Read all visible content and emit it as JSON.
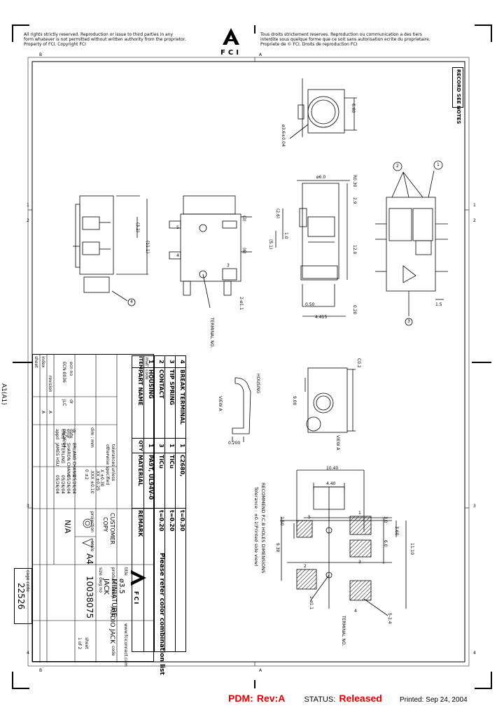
{
  "notice": {
    "left": [
      "All rights strictly reserved. Reproduction or issue to third parties in any",
      "form whatever is not permitted without written authority from the proprietor.",
      "Property of FCI. Copyright FCI"
    ],
    "right": [
      "Tous droits strictement reserves. Reproduction ou communication a des tiers",
      "interdite sous quelque forme que ce soit sans autorisation ecrite du proprietaire.",
      "Propriete de © FCI. Droits de reproduction FCI"
    ]
  },
  "logo": {
    "letters": "FCI"
  },
  "frame": {
    "col_top": [
      "B",
      "A"
    ],
    "col_bottom": [
      "B",
      "A"
    ],
    "row_left": [
      "1",
      "2",
      "3",
      "4"
    ],
    "row_right": [
      "1",
      "2",
      "3",
      "4"
    ],
    "side_label": "A1(A1)"
  },
  "rev_notes": "RECORD SEE NOTES",
  "dims": {
    "phi_top": "ø3.6±0.04",
    "d_6_60": "6.60",
    "phi_60": "ø6.0",
    "r030": "R0.30",
    "d29": "2.9",
    "d26": "(2.6)",
    "d10": "1.0",
    "d51": "(5.1)",
    "d120": "12.0",
    "d050": "0.50",
    "d4415": "4.415",
    "d020": "0.20",
    "d32": "(3.2)",
    "d111": "(11.1)",
    "d3": "(3)",
    "d6": "(6)",
    "d2phi": "2-ø1.1",
    "d15": "1.5",
    "c02": "C0.2",
    "d200": "9.00",
    "d0200": "0.200",
    "d1040": "10.40",
    "d440": "4.40",
    "d250": "2.50",
    "d30": "3.0",
    "d360": "3.60",
    "d60": "6.0",
    "d930": "9.30",
    "d1110": "11.10",
    "d2phi2": "2-ø1.1",
    "d52": "5-2.4"
  },
  "labels": {
    "terminal_no": "TERMINAL NO.",
    "terminal_no2": "TERMINAL NO.",
    "housing": "HOUSING",
    "view_a": "VIEW A",
    "view_a2": "VIEW A",
    "pcb_title": "RECOMMEND P.C.B HOLES DIMENSIONS",
    "pcb_tol": "Tolerance : ±0.1(Printed side view)",
    "color_note": "Please refer color combination list",
    "balloons": [
      "1",
      "2",
      "3",
      "4"
    ],
    "pad_nums": [
      "1",
      "2",
      "3",
      "4",
      "5"
    ],
    "pin_markers": [
      "5",
      "4",
      "3"
    ]
  },
  "bom": {
    "head": {
      "item": "ITEM",
      "part": "PART NAME",
      "qty": "QTY",
      "material": "MATERIAL",
      "remark": "REMARK"
    },
    "rows": [
      {
        "item": "4",
        "part": "BREAK TERMINAL",
        "qty": "1",
        "material": "C2680,",
        "remark": "t=0.30"
      },
      {
        "item": "3",
        "part": "TIP SPRING",
        "qty": "1",
        "material": "TiCu",
        "remark": "t=0.20"
      },
      {
        "item": "2",
        "part": "CONTACT",
        "qty": "3",
        "material": "TiCu",
        "remark": "t=0.20"
      },
      {
        "item": "1",
        "part": "HOUSING",
        "qty": "1",
        "material": "PA9T, UL94V-0",
        "remark": ""
      }
    ]
  },
  "title_block": {
    "rev_rows": [
      [
        "A",
        "ECN-0036",
        "JLC",
        "05/26/04"
      ]
    ],
    "rev_head": [
      "ecn no",
      "dr",
      "date"
    ],
    "sheet_label": "sheet",
    "index_label": "index",
    "revision_label": "revision",
    "appd_label": "appd",
    "chkd_label": "chkd",
    "engr_label": "engr",
    "dr_label": "dr",
    "initials": [
      "JAMES HSU",
      "STERLING",
      "SHARON CHANG",
      "ERLANG CHANG"
    ],
    "dates": [
      "05/26/04",
      "05/26/04",
      "05/26/04",
      "05/26/04"
    ],
    "units": "dim : mm",
    "tolerances": [
      "tolerances unless",
      "otherwise specified",
      "X ±0.30",
      ".XX ±0.25",
      ".XXX ±0.10",
      "0 ±2"
    ],
    "projection": "projection",
    "customer": "CUSTOMER",
    "copy": "COPY",
    "na": "N/A",
    "scale_label": "scale",
    "size_label": "size",
    "product_family_label": "product family",
    "dwg_no_label": "dwg no",
    "cage_code_label": "cage code",
    "size": "A4",
    "dwg_no": "10038075",
    "cage_code": "22526",
    "title_label": "title",
    "title": "ø3.5  MINIATURE JACK",
    "family": "AUDIO JACK",
    "code_label": "code",
    "sheet_of": "1 of 2",
    "website": "www.fciconnect.com",
    "mat_code_label": "mat'l code"
  },
  "footer": {
    "pdm_label": "PDM:",
    "pdm_rev": "Rev:A",
    "status_label": "STATUS:",
    "status_value": "Released",
    "printed": "Printed: Sep 24, 2004"
  },
  "colors": {
    "pdm": "#e00000",
    "status": "#e00000",
    "ink": "#000000",
    "hatch": "#000000"
  }
}
